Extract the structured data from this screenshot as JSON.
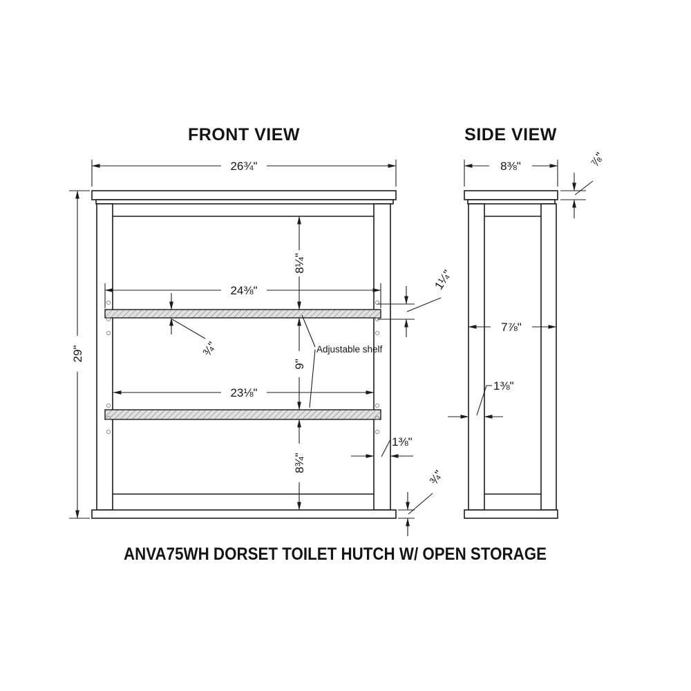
{
  "drawing": {
    "front_view": {
      "title": "FRONT VIEW",
      "annotation_adjustable_shelf": "Adjustable shelf",
      "dims": {
        "overall_width": "26¾\"",
        "overall_height": "29\"",
        "top_rail_to_shelf": "8¼\"",
        "upper_shelf_width": "24⅜\"",
        "shelf_thickness": "¾\"",
        "between_shelves": "9\"",
        "lower_shelf_width": "23⅛\"",
        "shelf_to_base": "8¾\"",
        "shelf_edge_offset": "1¼\"",
        "stile_width": "1⅜\"",
        "base_thickness": "¾\""
      }
    },
    "side_view": {
      "title": "SIDE VIEW",
      "dims": {
        "overall_depth": "8⅜\"",
        "top_thickness": "⅞\"",
        "interior_depth": "7⅞\"",
        "front_frame_depth": "1⅜\""
      }
    },
    "footer_title": "ANVA75WH DORSET TOILET HUTCH W/ OPEN STORAGE",
    "colors": {
      "line": "#1c1c1c",
      "shelf_fill": "#e0e0e0",
      "background": "#ffffff"
    }
  }
}
